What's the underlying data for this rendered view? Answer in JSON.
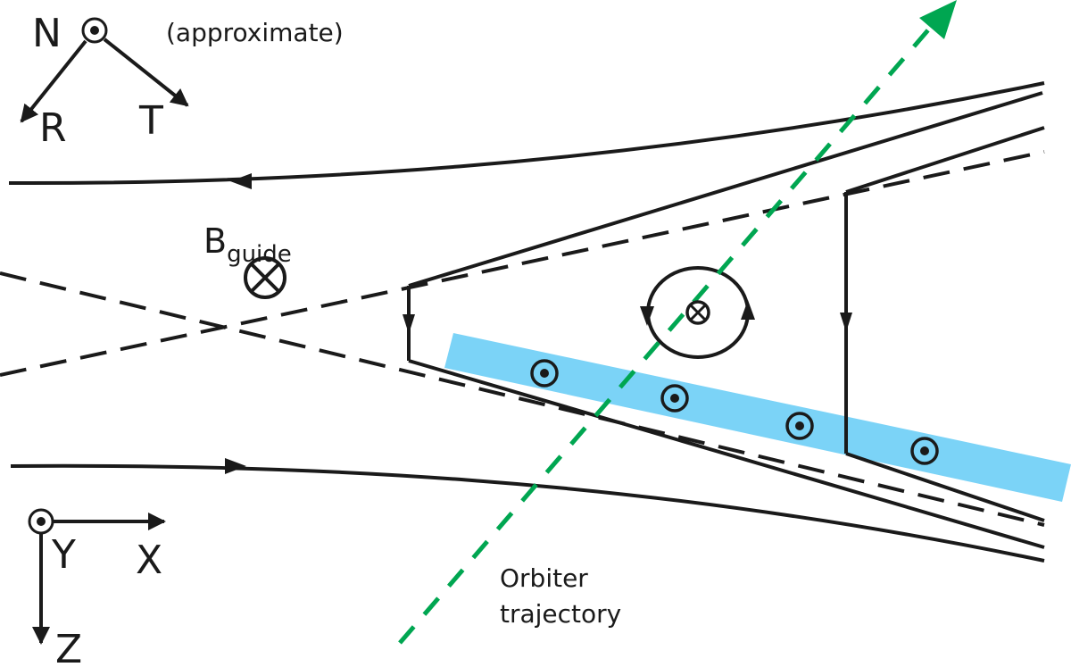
{
  "title": "Reconnection exhaust diagram with orbiter trajectory",
  "colors": {
    "line": "#1a1a1a",
    "trajectory": "#00a651",
    "current_sheet": "#7bd3f7",
    "background": "#ffffff"
  },
  "rtn_frame": {
    "labels": {
      "n": "N",
      "r": "R",
      "t": "T"
    },
    "note": "(approximate)",
    "n_symbol": "out-of-page-icon"
  },
  "xyz_frame": {
    "labels": {
      "x": "X",
      "y": "Y",
      "z": "Z"
    },
    "y_symbol": "out-of-page-icon"
  },
  "guide_field": {
    "label_main": "B",
    "label_sub": "guide",
    "symbol": "into-page-icon"
  },
  "trajectory": {
    "label_line1": "Orbiter",
    "label_line2": "trajectory"
  },
  "current_sheet": {
    "out_of_page_markers": 4
  },
  "flux_rope": {
    "core_symbol": "into-page-icon",
    "rotation": "counterclockwise"
  }
}
